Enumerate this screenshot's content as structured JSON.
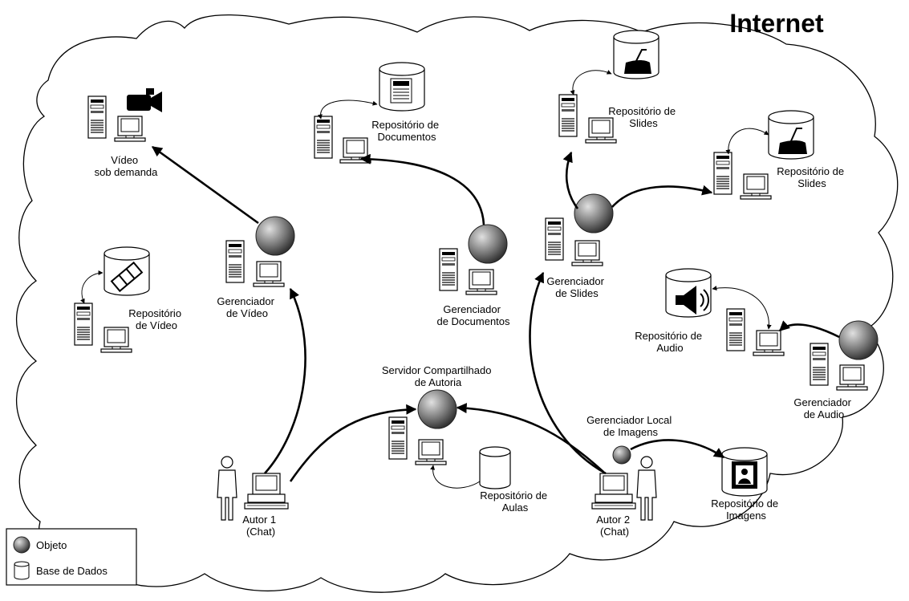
{
  "title": "Internet",
  "labels": {
    "video_sob_demanda": [
      "Vídeo",
      "sob demanda"
    ],
    "repo_documentos": [
      "Repositório de",
      "Documentos"
    ],
    "repo_slides_1": [
      "Repositório de",
      "Slides"
    ],
    "repo_slides_2": [
      "Repositório de",
      "Slides"
    ],
    "repo_video": [
      "Repositório",
      "de Vídeo"
    ],
    "ger_video": [
      "Gerenciador",
      "de Vídeo"
    ],
    "ger_documentos": [
      "Gerenciador",
      "de Documentos"
    ],
    "ger_slides": [
      "Gerenciador",
      "de Slides"
    ],
    "repo_audio": [
      "Repositório de",
      "Audio"
    ],
    "ger_audio": [
      "Gerenciador",
      "de Audio"
    ],
    "servidor": [
      "Servidor Compartilhado",
      "de Autoria"
    ],
    "ger_imagens": [
      "Gerenciador Local",
      "de Imagens"
    ],
    "repo_aulas": [
      "Repositório de",
      "Aulas"
    ],
    "autor1": [
      "Autor 1",
      "(Chat)"
    ],
    "autor2": [
      "Autor 2",
      "(Chat)"
    ],
    "repo_imagens": [
      "Repositório de",
      "Imagens"
    ]
  },
  "legend": {
    "objeto": "Objeto",
    "base": "Base de Dados"
  },
  "colors": {
    "outline": "#000000",
    "sphere_light": "#d8d8d8",
    "sphere_dark": "#3a3a3a"
  }
}
